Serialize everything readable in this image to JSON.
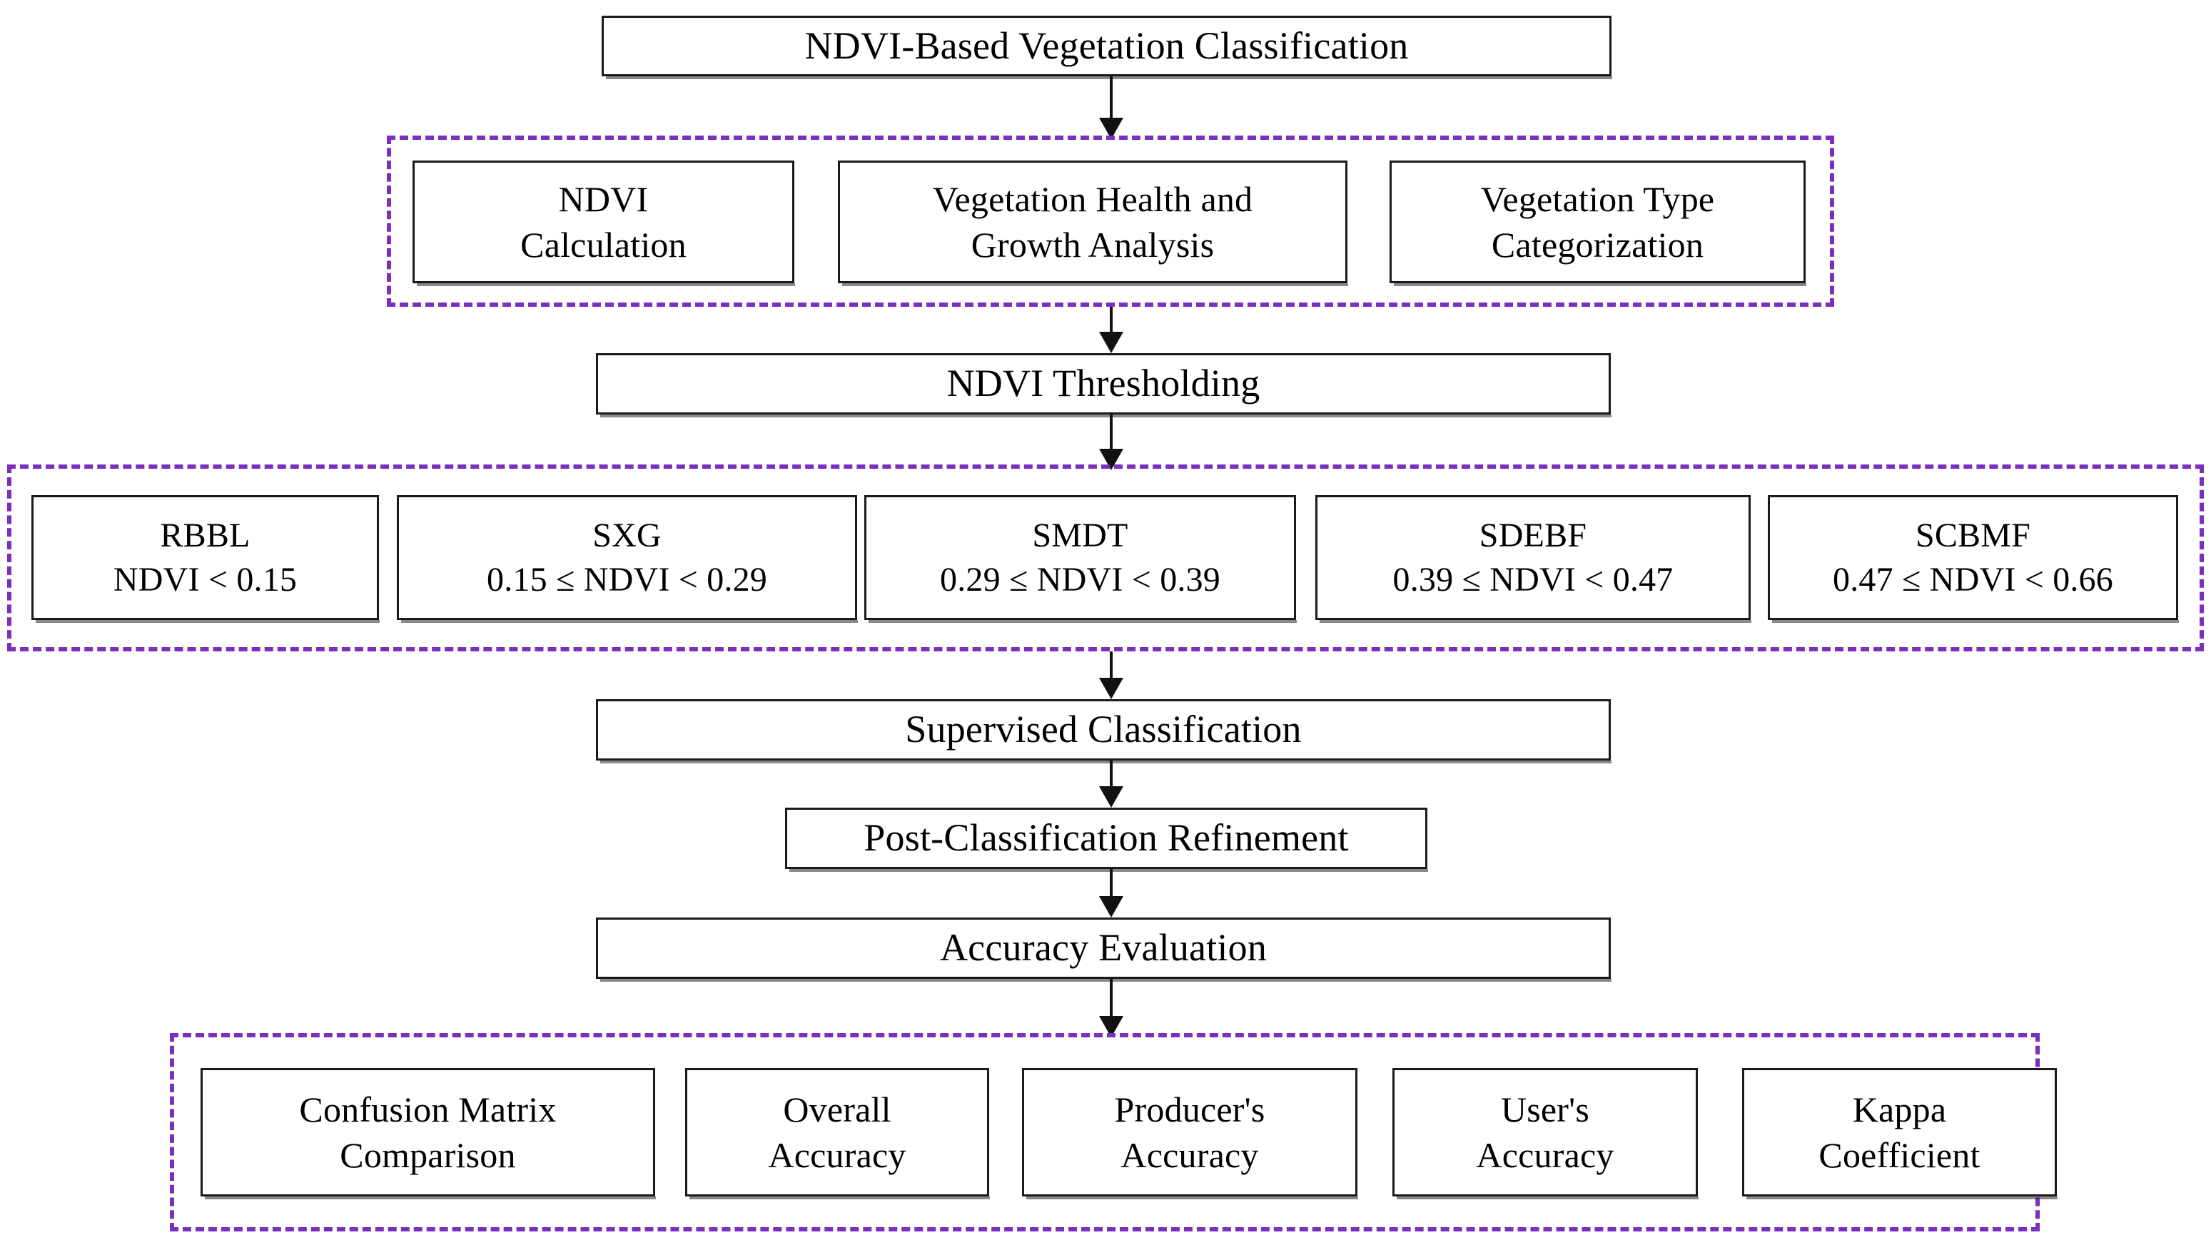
{
  "diagram": {
    "title_box": {
      "label": "NDVI-Based Vegetation Classification"
    },
    "stage_ndvi_thresholding": {
      "label": "NDVI Thresholding"
    },
    "stage_supervised_classification": {
      "label": "Supervised Classification"
    },
    "stage_post_classification_refinement": {
      "label": "Post-Classification Refinement"
    },
    "stage_accuracy_evaluation": {
      "label": "Accuracy Evaluation"
    },
    "group_analysis": {
      "items": [
        {
          "label": "NDVI\nCalculation"
        },
        {
          "label": "Vegetation Health and\nGrowth Analysis"
        },
        {
          "label": "Vegetation Type\nCategorization"
        }
      ]
    },
    "group_ndvi_classes": {
      "items": [
        {
          "code": "RBBL",
          "range": "NDVI < 0.15",
          "label": "RBBL\nNDVI < 0.15"
        },
        {
          "code": "SXG",
          "range": "0.15 ≤ NDVI < 0.29",
          "label": "SXG\n0.15 ≤ NDVI < 0.29"
        },
        {
          "code": "SMDT",
          "range": "0.29 ≤ NDVI < 0.39",
          "label": "SMDT\n0.29 ≤ NDVI < 0.39"
        },
        {
          "code": "SDEBF",
          "range": "0.39 ≤ NDVI < 0.47",
          "label": "SDEBF\n0.39 ≤ NDVI < 0.47"
        },
        {
          "code": "SCBMF",
          "range": "0.47 ≤ NDVI < 0.66",
          "label": "SCBMF\n0.47 ≤ NDVI < 0.66"
        }
      ]
    },
    "group_accuracy_metrics": {
      "items": [
        {
          "label": "Confusion Matrix\nComparison"
        },
        {
          "label": "Overall\nAccuracy"
        },
        {
          "label": "Producer's\nAccuracy"
        },
        {
          "label": "User's\nAccuracy"
        },
        {
          "label": "Kappa\nCoefficient"
        }
      ]
    },
    "colors": {
      "group_border": "#7B2FBE",
      "box_border": "#1a1a1a",
      "arrow": "#111111",
      "background": "#ffffff",
      "text": "#000000"
    }
  }
}
